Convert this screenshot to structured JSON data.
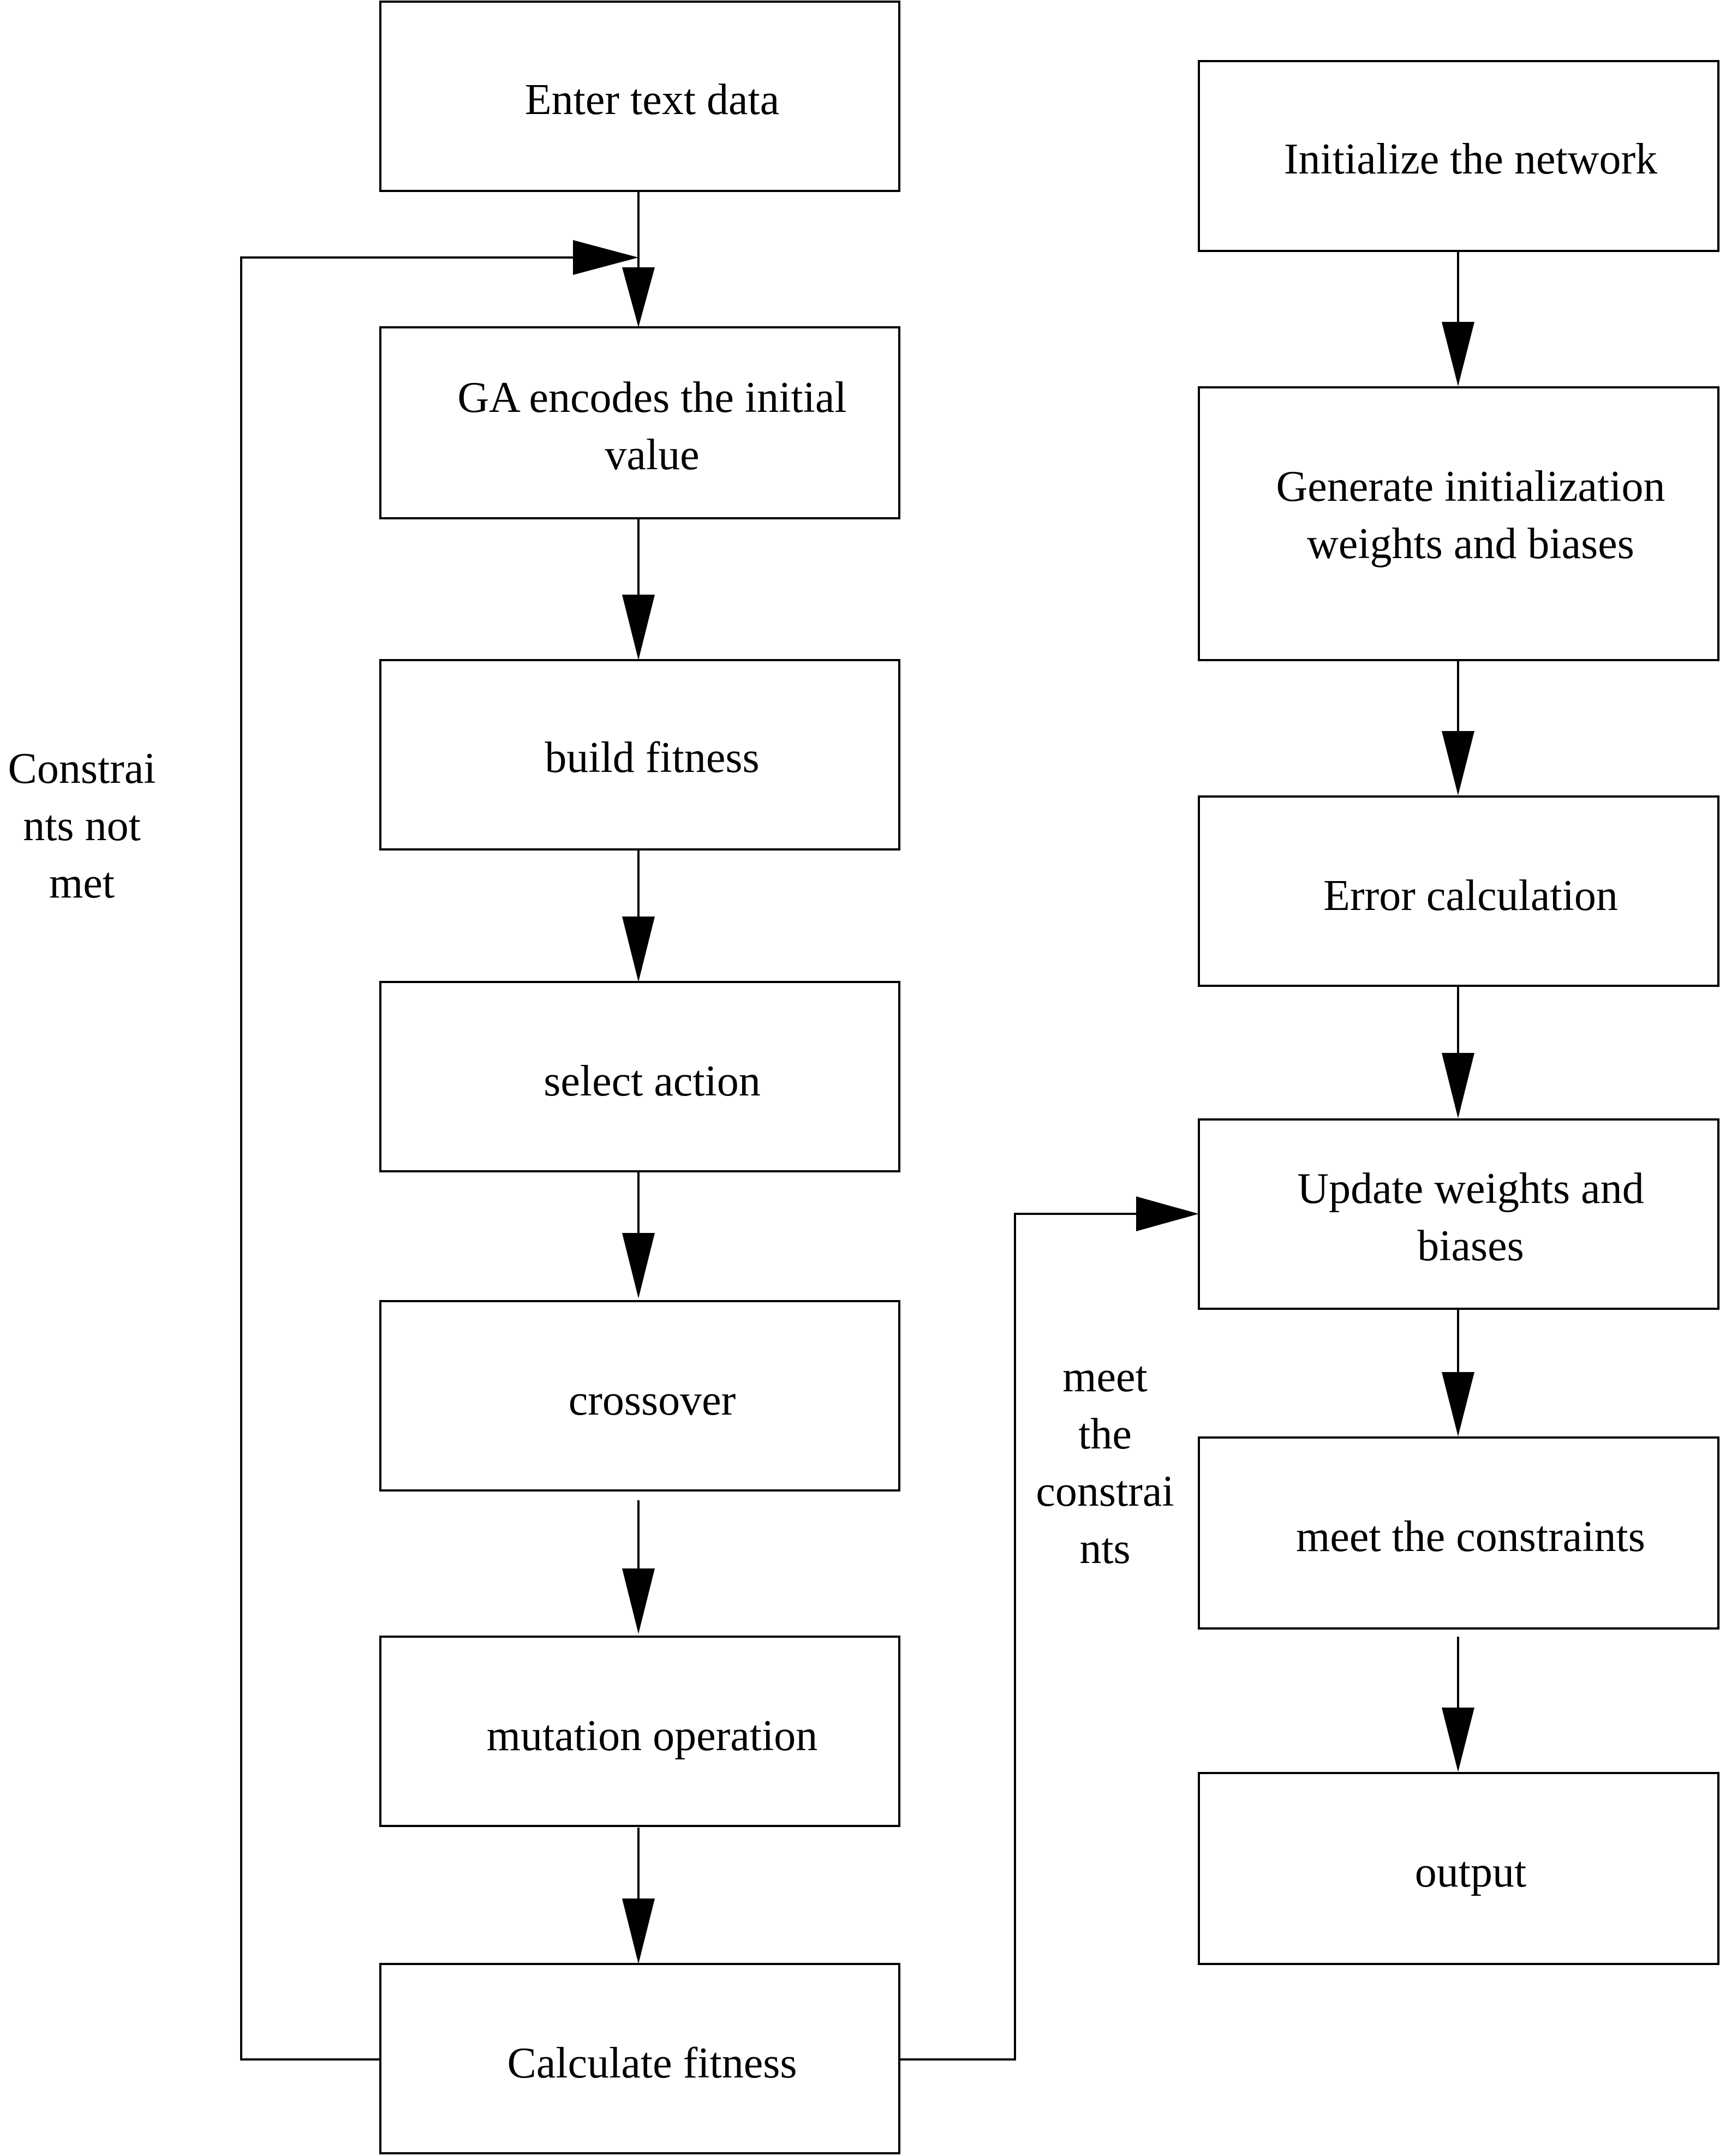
{
  "left_column": {
    "boxes": [
      {
        "id": "enter-text-data-box",
        "lines": [
          "Enter text data"
        ]
      },
      {
        "id": "ga-encodes-initial-value-box",
        "lines": [
          "GA encodes the initial",
          "value"
        ]
      },
      {
        "id": "build-fitness-box",
        "lines": [
          "build fitness"
        ]
      },
      {
        "id": "select-action-box",
        "lines": [
          "select action"
        ]
      },
      {
        "id": "crossover-box",
        "lines": [
          "crossover"
        ]
      },
      {
        "id": "mutation-operation-box",
        "lines": [
          "mutation operation"
        ]
      },
      {
        "id": "calculate-fitness-box",
        "lines": [
          "Calculate fitness"
        ]
      }
    ]
  },
  "right_column": {
    "boxes": [
      {
        "id": "initialize-network-box",
        "lines": [
          "Initialize the network"
        ]
      },
      {
        "id": "generate-weights-biases-box",
        "lines": [
          "Generate initialization",
          "weights and biases"
        ]
      },
      {
        "id": "error-calculation-box",
        "lines": [
          "Error calculation"
        ]
      },
      {
        "id": "update-weights-biases-box",
        "lines": [
          "Update weights and",
          "biases"
        ]
      },
      {
        "id": "meet-constraints-box",
        "lines": [
          "meet the constraints"
        ]
      },
      {
        "id": "output-box",
        "lines": [
          "output"
        ]
      }
    ]
  },
  "labels": {
    "constraints_not_met": [
      "Constrai",
      "nts not",
      "met"
    ],
    "meet_the_constraints": [
      "meet",
      "the",
      "constrai",
      "nts"
    ]
  },
  "colors": {
    "stroke": "#000000",
    "background": "#ffffff"
  }
}
